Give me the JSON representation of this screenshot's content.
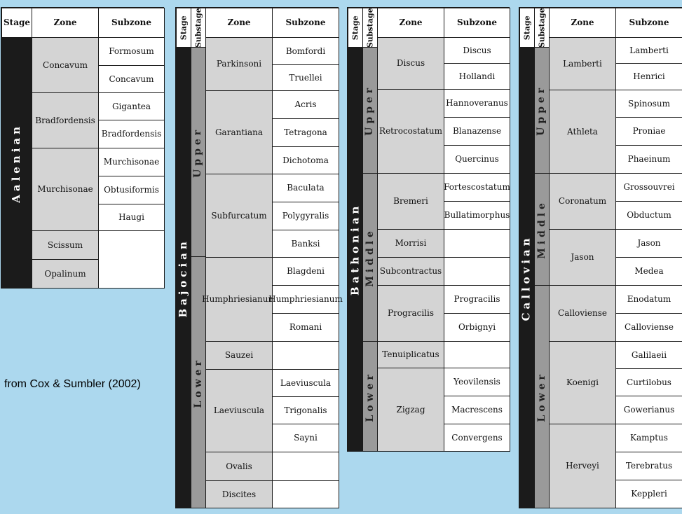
{
  "credit": "from  Cox & Sumbler (2002)",
  "headers": {
    "stage": "Stage",
    "substage": "Substage",
    "zone": "Zone",
    "subzone": "Subzone"
  },
  "aalenian": {
    "stage": "Aalenian",
    "zones": [
      "Concavum",
      "Bradfordensis",
      "Murchisonae",
      "Scissum",
      "Opalinum"
    ],
    "subzones": [
      "Formosum",
      "Concavum",
      "Gigantea",
      "Bradfordensis",
      "Murchisonae",
      "Obtusiformis",
      "Haugi"
    ]
  },
  "bajocian": {
    "stage": "Bajocian",
    "substages": [
      "Upper",
      "Lower"
    ],
    "zones": [
      "Parkinsoni",
      "Garantiana",
      "Subfurcatum",
      "Humphriesianum",
      "Sauzei",
      "Laeviuscula",
      "Ovalis",
      "Discites"
    ],
    "subzones": [
      "Bomfordi",
      "Truellei",
      "Acris",
      "Tetragona",
      "Dichotoma",
      "Baculata",
      "Polygyralis",
      "Banksi",
      "Blagdeni",
      "Humphriesianum",
      "Romani",
      "Laeviuscula",
      "Trigonalis",
      "Sayni"
    ]
  },
  "bathonian": {
    "stage": "Bathonian",
    "substages": [
      "Upper",
      "Middle",
      "Lower"
    ],
    "zones": [
      "Discus",
      "Retrocostatum",
      "Bremeri",
      "Morrisi",
      "Subcontractus",
      "Progracilis",
      "Tenuiplicatus",
      "Zigzag"
    ],
    "subzones": [
      "Discus",
      "Hollandi",
      "Hannoveranus",
      "Blanazense",
      "Quercinus",
      "Fortescostatum",
      "Bullatimorphus",
      "Progracilis",
      "Orbignyi",
      "Yeovilensis",
      "Macrescens",
      "Convergens"
    ]
  },
  "callovian": {
    "stage": "Callovian",
    "substages": [
      "Upper",
      "Middle",
      "Lower"
    ],
    "zones": [
      "Lamberti",
      "Athleta",
      "Coronatum",
      "Jason",
      "Calloviense",
      "Koenigi",
      "Herveyi"
    ],
    "subzones": [
      "Lamberti",
      "Henrici",
      "Spinosum",
      "Proniae",
      "Phaeinum",
      "Grossouvrei",
      "Obductum",
      "Jason",
      "Medea",
      "Enodatum",
      "Calloviense",
      "Galilaeii",
      "Curtilobus",
      "Gowerianus",
      "Kamptus",
      "Terebratus",
      "Keppleri"
    ]
  }
}
